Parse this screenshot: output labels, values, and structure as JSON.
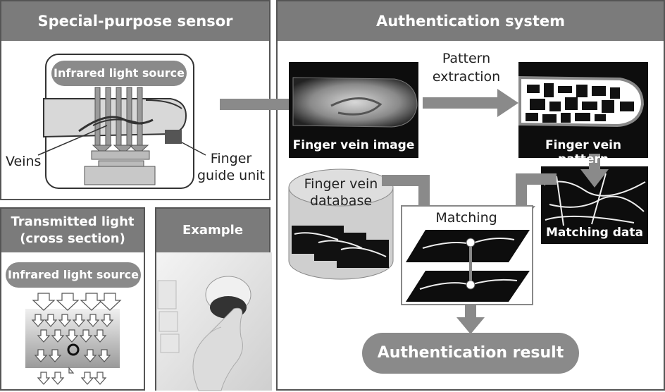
{
  "panels": {
    "sensor": {
      "title": "Special-purpose sensor"
    },
    "transmitted": {
      "title_line1": "Transmitted light",
      "title_line2": "(cross section)"
    },
    "example": {
      "title": "Example"
    },
    "auth": {
      "title": "Authentication system"
    }
  },
  "sensor": {
    "light_source": "Infrared light source",
    "veins_label": "Veins",
    "guide_line1": "Finger",
    "guide_line2": "guide unit"
  },
  "transmitted": {
    "light_source": "Infrared light source"
  },
  "auth": {
    "extraction_line1": "Pattern",
    "extraction_line2": "extraction",
    "vein_image_caption": "Finger vein image",
    "vein_pattern_caption": "Finger vein pattern",
    "database_line1": "Finger vein",
    "database_line2": "database",
    "matching_label": "Matching",
    "matching_data_caption": "Matching data",
    "result": "Authentication result"
  },
  "colors": {
    "header": "#7b7b7b",
    "border": "#555555",
    "arrow": "#8a8a8a"
  }
}
